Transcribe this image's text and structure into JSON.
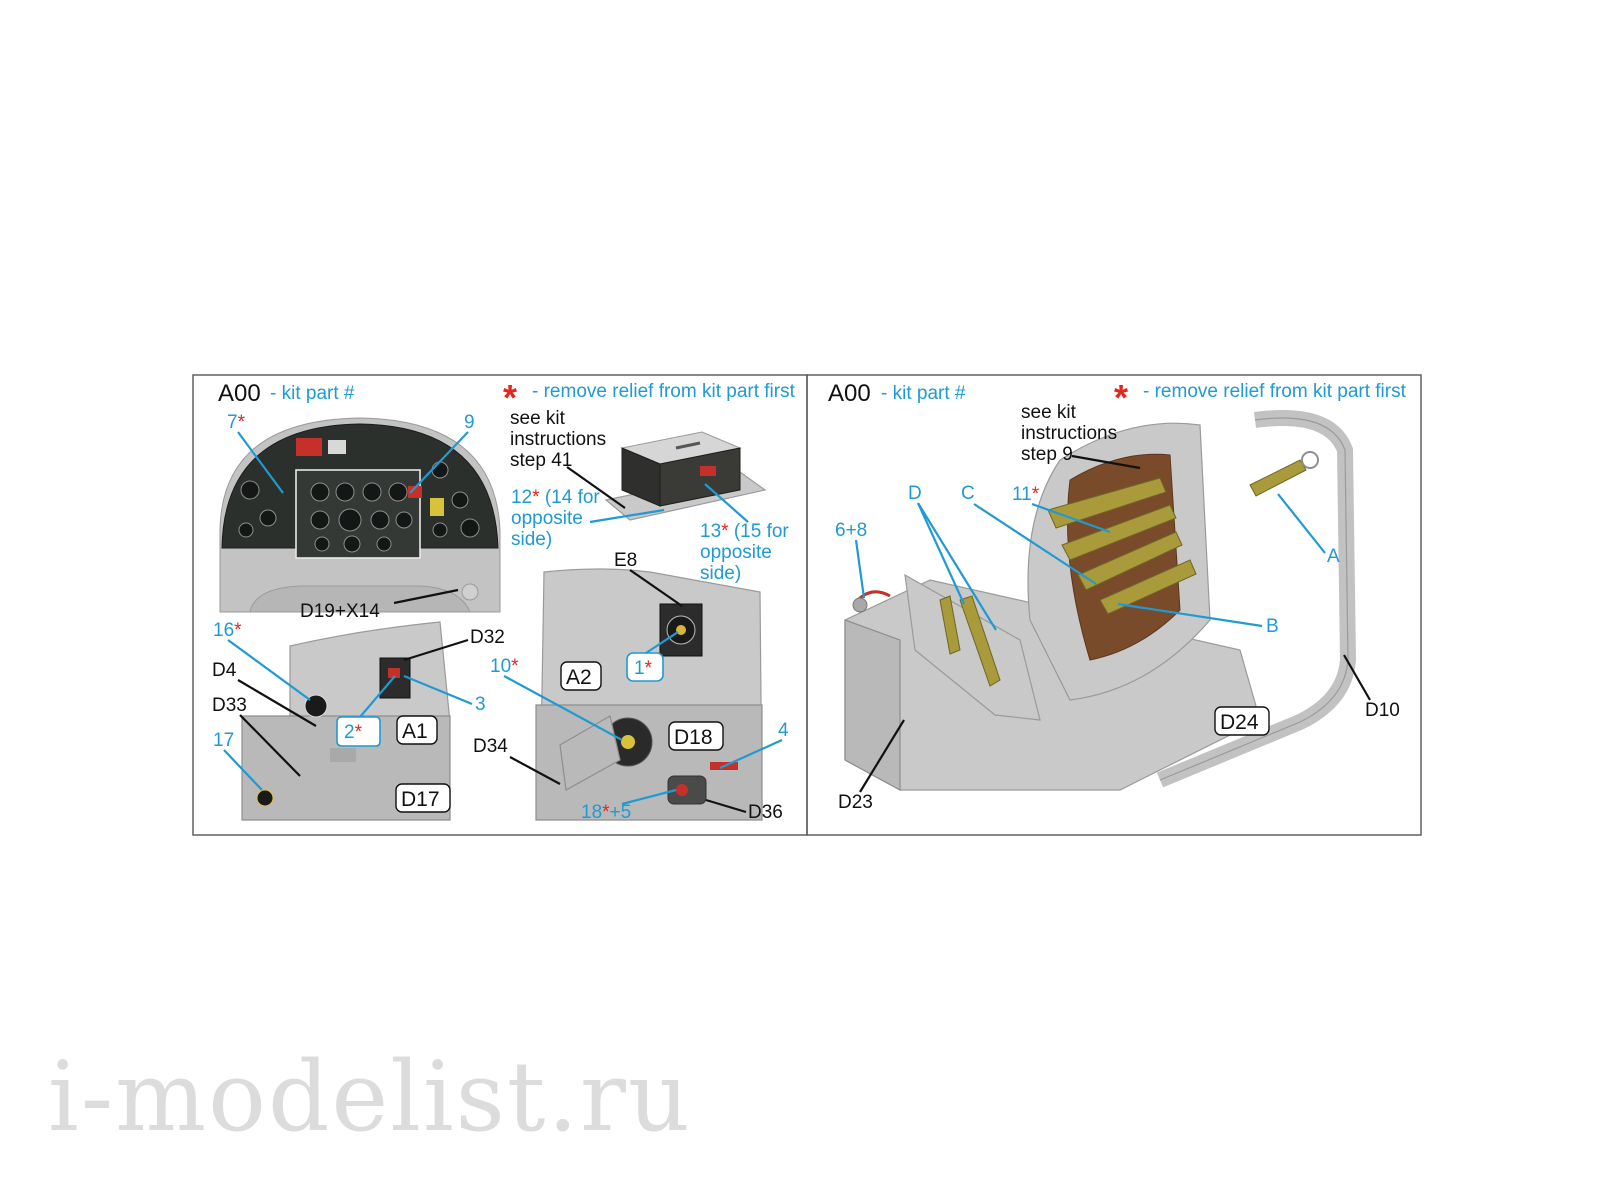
{
  "left_panel": {
    "legend_code": "A00",
    "legend_text": "- kit part #",
    "note_star": "*",
    "note_text": "- remove relief from kit part first",
    "callouts": {
      "c7": "7",
      "c9": "9",
      "d19x14": "D19+X14",
      "see_kit_l1": "see kit",
      "see_kit_l2": "instructions",
      "see_kit_l3": "step 41",
      "c12_a": "12",
      "c12_b": "(14 for",
      "c12_c": "opposite",
      "c12_d": "side)",
      "c13_a": "13",
      "c13_b": "(15 for",
      "c13_c": "opposite",
      "c13_d": "side)",
      "e8": "E8",
      "c1": "1",
      "c10": "10",
      "a2": "A2",
      "d18": "D18",
      "c4": "4",
      "d34": "D34",
      "c18": "18",
      "c18_tail": "+5",
      "d36": "D36",
      "c16": "16",
      "d32": "D32",
      "d4": "D4",
      "d33": "D33",
      "c2": "2",
      "c3": "3",
      "a1": "A1",
      "c17": "17",
      "d17": "D17"
    }
  },
  "right_panel": {
    "legend_code": "A00",
    "legend_text": "- kit part #",
    "note_star": "*",
    "note_text": "- remove relief from kit part first",
    "callouts": {
      "see_kit_l1": "see kit",
      "see_kit_l2": "instructions",
      "see_kit_l3": "step 9",
      "d": "D",
      "c": "C",
      "c11": "11",
      "c68": "6+8",
      "a": "A",
      "b": "B",
      "d10": "D10",
      "d24": "D24",
      "d23": "D23"
    }
  },
  "watermark": "i-modelist.ru",
  "colors": {
    "callout_blue": "#1f9ad3",
    "star_red": "#e3261f",
    "part_grey": "#c9c9c9",
    "panel_dark": "#2b2f2c",
    "belt_olive": "#a99a3c"
  }
}
